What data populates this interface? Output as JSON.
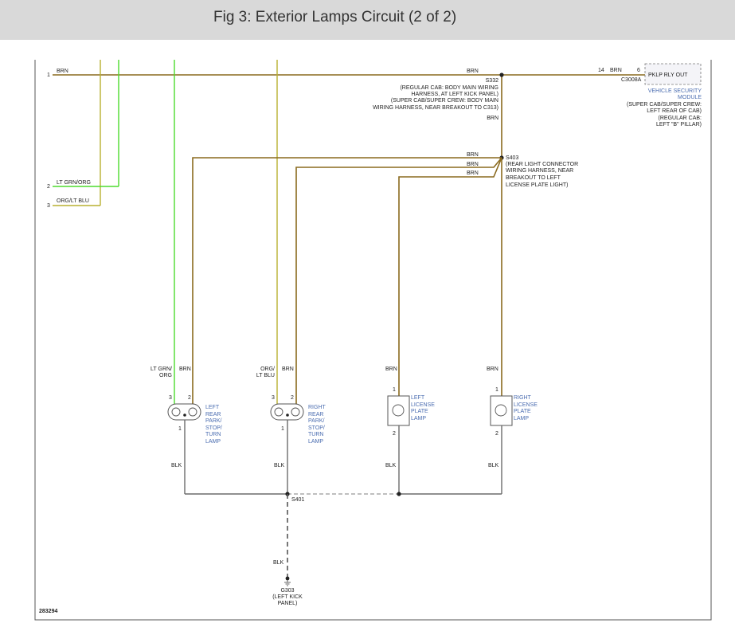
{
  "header": {
    "title": "Fig 3: Exterior Lamps Circuit (2 of 2)"
  },
  "colors": {
    "brn": "#8a6a1e",
    "green": "#4ddc2e",
    "olive": "#b8b030",
    "blk": "#6b6b6b",
    "label_blue": "#4a6cb0",
    "header_bg": "#d9d9d9"
  },
  "wires": {
    "w1": {
      "pin": "1",
      "color": "BRN"
    },
    "w2": {
      "pin": "2",
      "color": "LT GRN/ORG"
    },
    "w3": {
      "pin": "3",
      "color": "ORG/LT BLU"
    },
    "top_brn": "BRN",
    "module_pin": "14",
    "module_brn": "BRN",
    "s332_down": "BRN",
    "s403_brn": [
      "BRN",
      "BRN",
      "BRN"
    ]
  },
  "splices": {
    "s332": {
      "id": "S332",
      "note": [
        "(REGULAR CAB: BODY MAIN WIRING",
        "HARNESS, AT LEFT KICK PANEL)",
        "(SUPER CAB/SUPER CREW: BODY MAIN",
        "WIRING HARNESS, NEAR BREAKOUT TO C313)"
      ]
    },
    "s403": {
      "id": "S403",
      "note": [
        "(REAR LIGHT CONNECTOR",
        "WIRING HARNESS, NEAR",
        "BREAKOUT TO LEFT",
        "LICENSE PLATE LIGHT)"
      ]
    },
    "s401": {
      "id": "S401"
    }
  },
  "module": {
    "pin": "6",
    "label": "PKLP RLY OUT",
    "connector": "C3008A",
    "name": [
      "VEHICLE SECURITY",
      "MODULE"
    ],
    "location": [
      "(SUPER CAB/SUPER CREW:",
      "LEFT REAR OF CAB)",
      "(REGULAR CAB:",
      "LEFT \"B\" PILLAR)"
    ]
  },
  "lamps": {
    "left_rear": {
      "wire_a": [
        "LT GRN/",
        "ORG"
      ],
      "wire_b": "BRN",
      "pin_a": "3",
      "pin_b": "2",
      "pin_gnd": "1",
      "gnd": "BLK",
      "name": [
        "LEFT",
        "REAR",
        "PARK/",
        "STOP/",
        "TURN",
        "LAMP"
      ]
    },
    "right_rear": {
      "wire_a": [
        "ORG/",
        "LT BLU"
      ],
      "wire_b": "BRN",
      "pin_a": "3",
      "pin_b": "2",
      "pin_gnd": "1",
      "gnd": "BLK",
      "name": [
        "RIGHT",
        "REAR",
        "PARK/",
        "STOP/",
        "TURN",
        "LAMP"
      ]
    },
    "left_license": {
      "wire": "BRN",
      "pin_top": "1",
      "pin_bot": "2",
      "gnd": "BLK",
      "name": [
        "LEFT",
        "LICENSE",
        "PLATE",
        "LAMP"
      ]
    },
    "right_license": {
      "wire": "BRN",
      "pin_top": "1",
      "pin_bot": "2",
      "gnd": "BLK",
      "name": [
        "RIGHT",
        "LICENSE",
        "PLATE",
        "LAMP"
      ]
    }
  },
  "ground": {
    "wire": "BLK",
    "id": "G303",
    "location": [
      "(LEFT KICK",
      "PANEL)"
    ]
  },
  "figure_id": "283294"
}
